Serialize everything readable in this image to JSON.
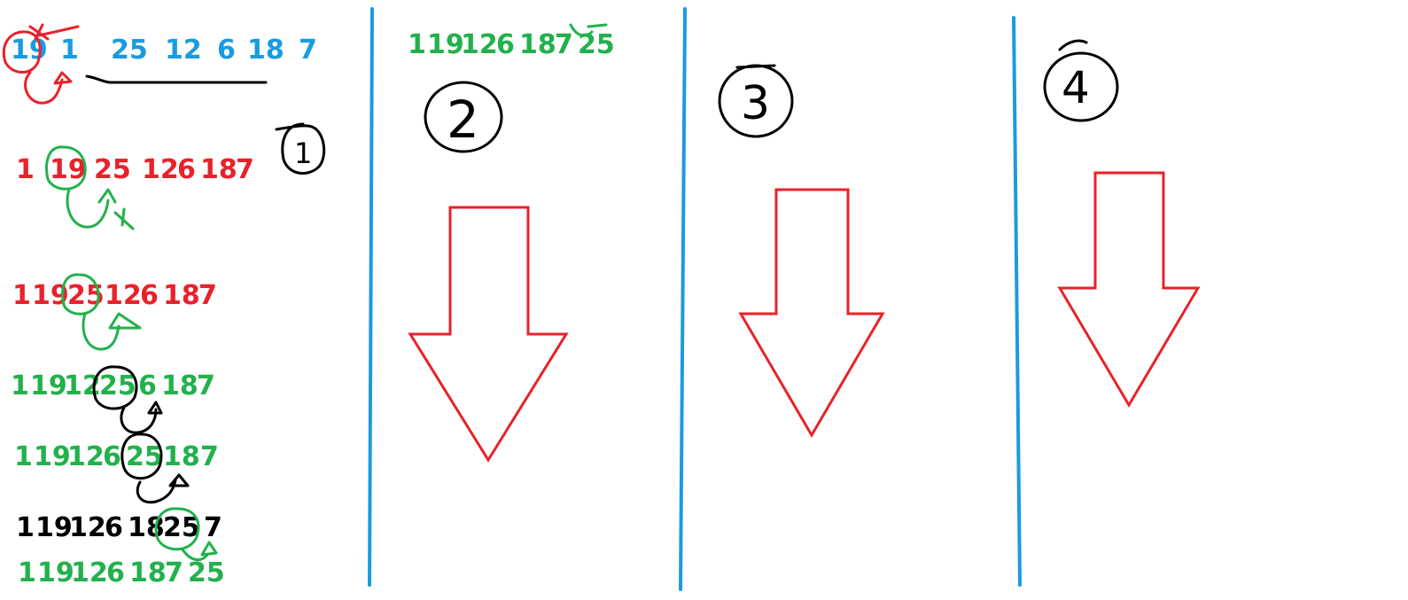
{
  "colors": {
    "blue": "#1a9be0",
    "red": "#e8222a",
    "green": "#22b14c",
    "black": "#000000"
  },
  "pass1": {
    "label": "1",
    "rows": [
      {
        "color": "blue",
        "tokens": [
          "19",
          "1",
          "25",
          "12",
          "6",
          "18",
          "7"
        ]
      },
      {
        "color": "red",
        "tokens": [
          "1",
          "19",
          "25",
          "12",
          "6",
          "18",
          "7"
        ]
      },
      {
        "color": "red",
        "tokens": [
          "1",
          "19",
          "25",
          "12",
          "6",
          "18",
          "7"
        ]
      },
      {
        "color": "green",
        "tokens": [
          "1",
          "19",
          "12",
          "25",
          "6",
          "18",
          "7"
        ]
      },
      {
        "color": "green",
        "tokens": [
          "1",
          "19",
          "12",
          "6",
          "25",
          "18",
          "7"
        ]
      },
      {
        "color": "black",
        "tokens": [
          "1",
          "19",
          "12",
          "6",
          "18",
          "25",
          "7"
        ]
      },
      {
        "color": "green",
        "tokens": [
          "1",
          "19",
          "12",
          "6",
          "18",
          "7",
          "25"
        ]
      }
    ]
  },
  "pass2": {
    "label": "2",
    "row": {
      "color": "green",
      "tokens": [
        "1",
        "19",
        "12",
        "6",
        "18",
        "7",
        "25"
      ]
    }
  },
  "pass3": {
    "label": "3"
  },
  "pass4": {
    "label": "4"
  }
}
